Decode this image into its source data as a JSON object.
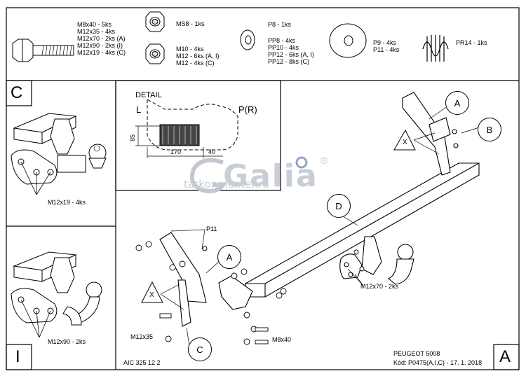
{
  "parts": {
    "bolt_list": [
      "M8x40 - 5ks",
      "M12x35 - 4ks",
      "M12x70 - 2ks (A)",
      "M12x90 - 2ks (I)",
      "M12x19 - 4ks (C)"
    ],
    "nut_ms8": "MS8 - 1ks",
    "nut_list": [
      "M10 - 4ks",
      "M12 - 6ks (A, I)",
      "M12 - 4ks (C)"
    ],
    "washer_small_list": [
      "P8 - 1ks",
      "PP8 - 4ks",
      "PP10 - 4ks",
      "PP12 - 6ks (A, I)",
      "PP12 - 8ks (C)"
    ],
    "washer_big_list": [
      "P9 - 4ks",
      "P11 - 4ks"
    ],
    "spring": "PR14 - 1ks"
  },
  "panels": {
    "c_letter": "C",
    "c_bolt": "M12x19 - 4ks",
    "i_letter": "I",
    "i_bolt": "M12x90 - 2ks"
  },
  "detail": {
    "title": "DETAIL",
    "left": "L",
    "right": "P(R)",
    "dim_height": "85",
    "dim_width": "170",
    "dim_offset": "40"
  },
  "watermark": {
    "logo": "Galia",
    "registered": "®",
    "site": "tarkonmenter.ru"
  },
  "main": {
    "callout_a": "A",
    "callout_b": "B",
    "callout_c": "C",
    "callout_d": "D",
    "callout_x": "X",
    "p11": "P11",
    "m12x35": "M12x35",
    "m8x40": "M8x40",
    "m12x70": "M12x70 - 2ks"
  },
  "footer": {
    "code": "AIC 325 12 2",
    "model": "PEUGEOT 5008",
    "kod": "Kód: P0475(A,I,C) - 17. 1. 2018",
    "variant": "A"
  }
}
